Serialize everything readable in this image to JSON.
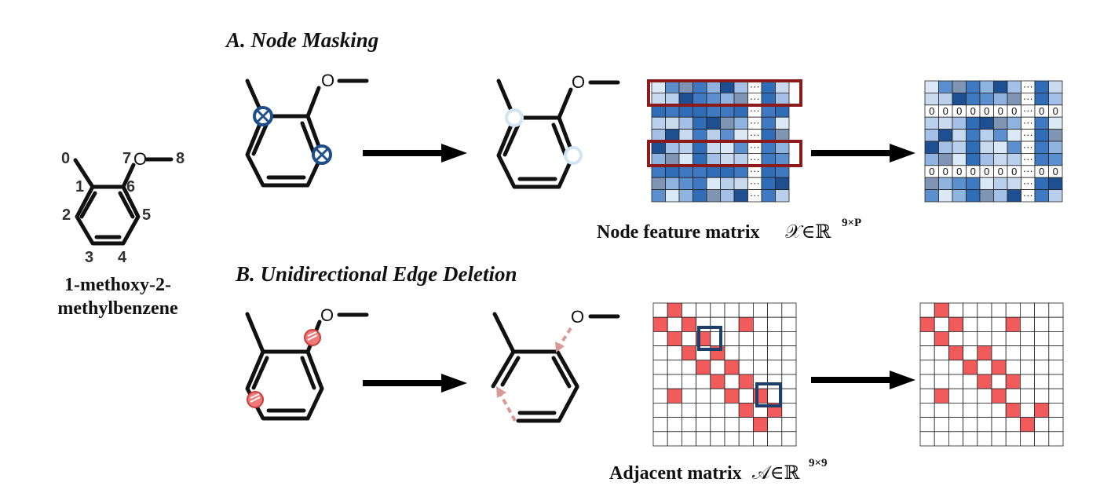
{
  "molecule": {
    "name_line1": "1-methoxy-2-",
    "name_line2": "methylbenzene",
    "atom_indices": [
      "0",
      "1",
      "2",
      "3",
      "4",
      "5",
      "6",
      "7",
      "8"
    ],
    "oxygen_label": "O"
  },
  "section_a": {
    "title": "A. Node Masking",
    "caption": "Node feature matrix",
    "math_symbol": "𝒳∈ℝ",
    "math_sup": "9×P",
    "masked_row_digit": "0",
    "ellipsis": "···"
  },
  "section_b": {
    "title": "B. Unidirectional Edge Deletion",
    "caption": "Adjacent matrix",
    "math_symbol": "𝒜∈ℝ",
    "math_sup": "9×9"
  },
  "colors": {
    "mask_marker": "#1f4e8c",
    "masked_node": "#cfe6f2",
    "delete_marker": "#e05555",
    "deleted_edge": "#d99a96",
    "adjacency_cell": "#f25b5b",
    "highlight_row": "#8b1a1a",
    "highlight_cell": "#1f3f6b"
  }
}
